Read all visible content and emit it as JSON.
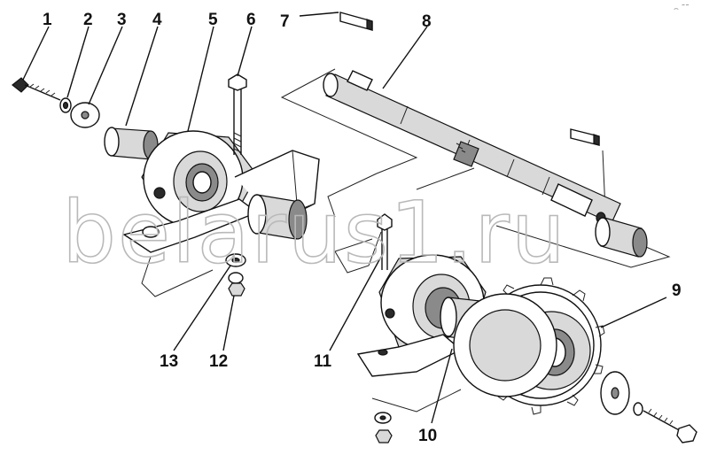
{
  "callouts": [
    {
      "id": "1",
      "text": "1"
    },
    {
      "id": "2",
      "text": "2"
    },
    {
      "id": "3",
      "text": "3"
    },
    {
      "id": "4",
      "text": "4"
    },
    {
      "id": "5",
      "text": "5"
    },
    {
      "id": "6",
      "text": "6"
    },
    {
      "id": "7",
      "text": "7"
    },
    {
      "id": "8",
      "text": "8"
    },
    {
      "id": "9",
      "text": "9"
    },
    {
      "id": "10",
      "text": "10"
    },
    {
      "id": "11",
      "text": "11"
    },
    {
      "id": "12",
      "text": "12"
    },
    {
      "id": "13",
      "text": "13"
    }
  ],
  "watermark": "belarus1.ru",
  "corner_mark": "⌢ ˜˜"
}
